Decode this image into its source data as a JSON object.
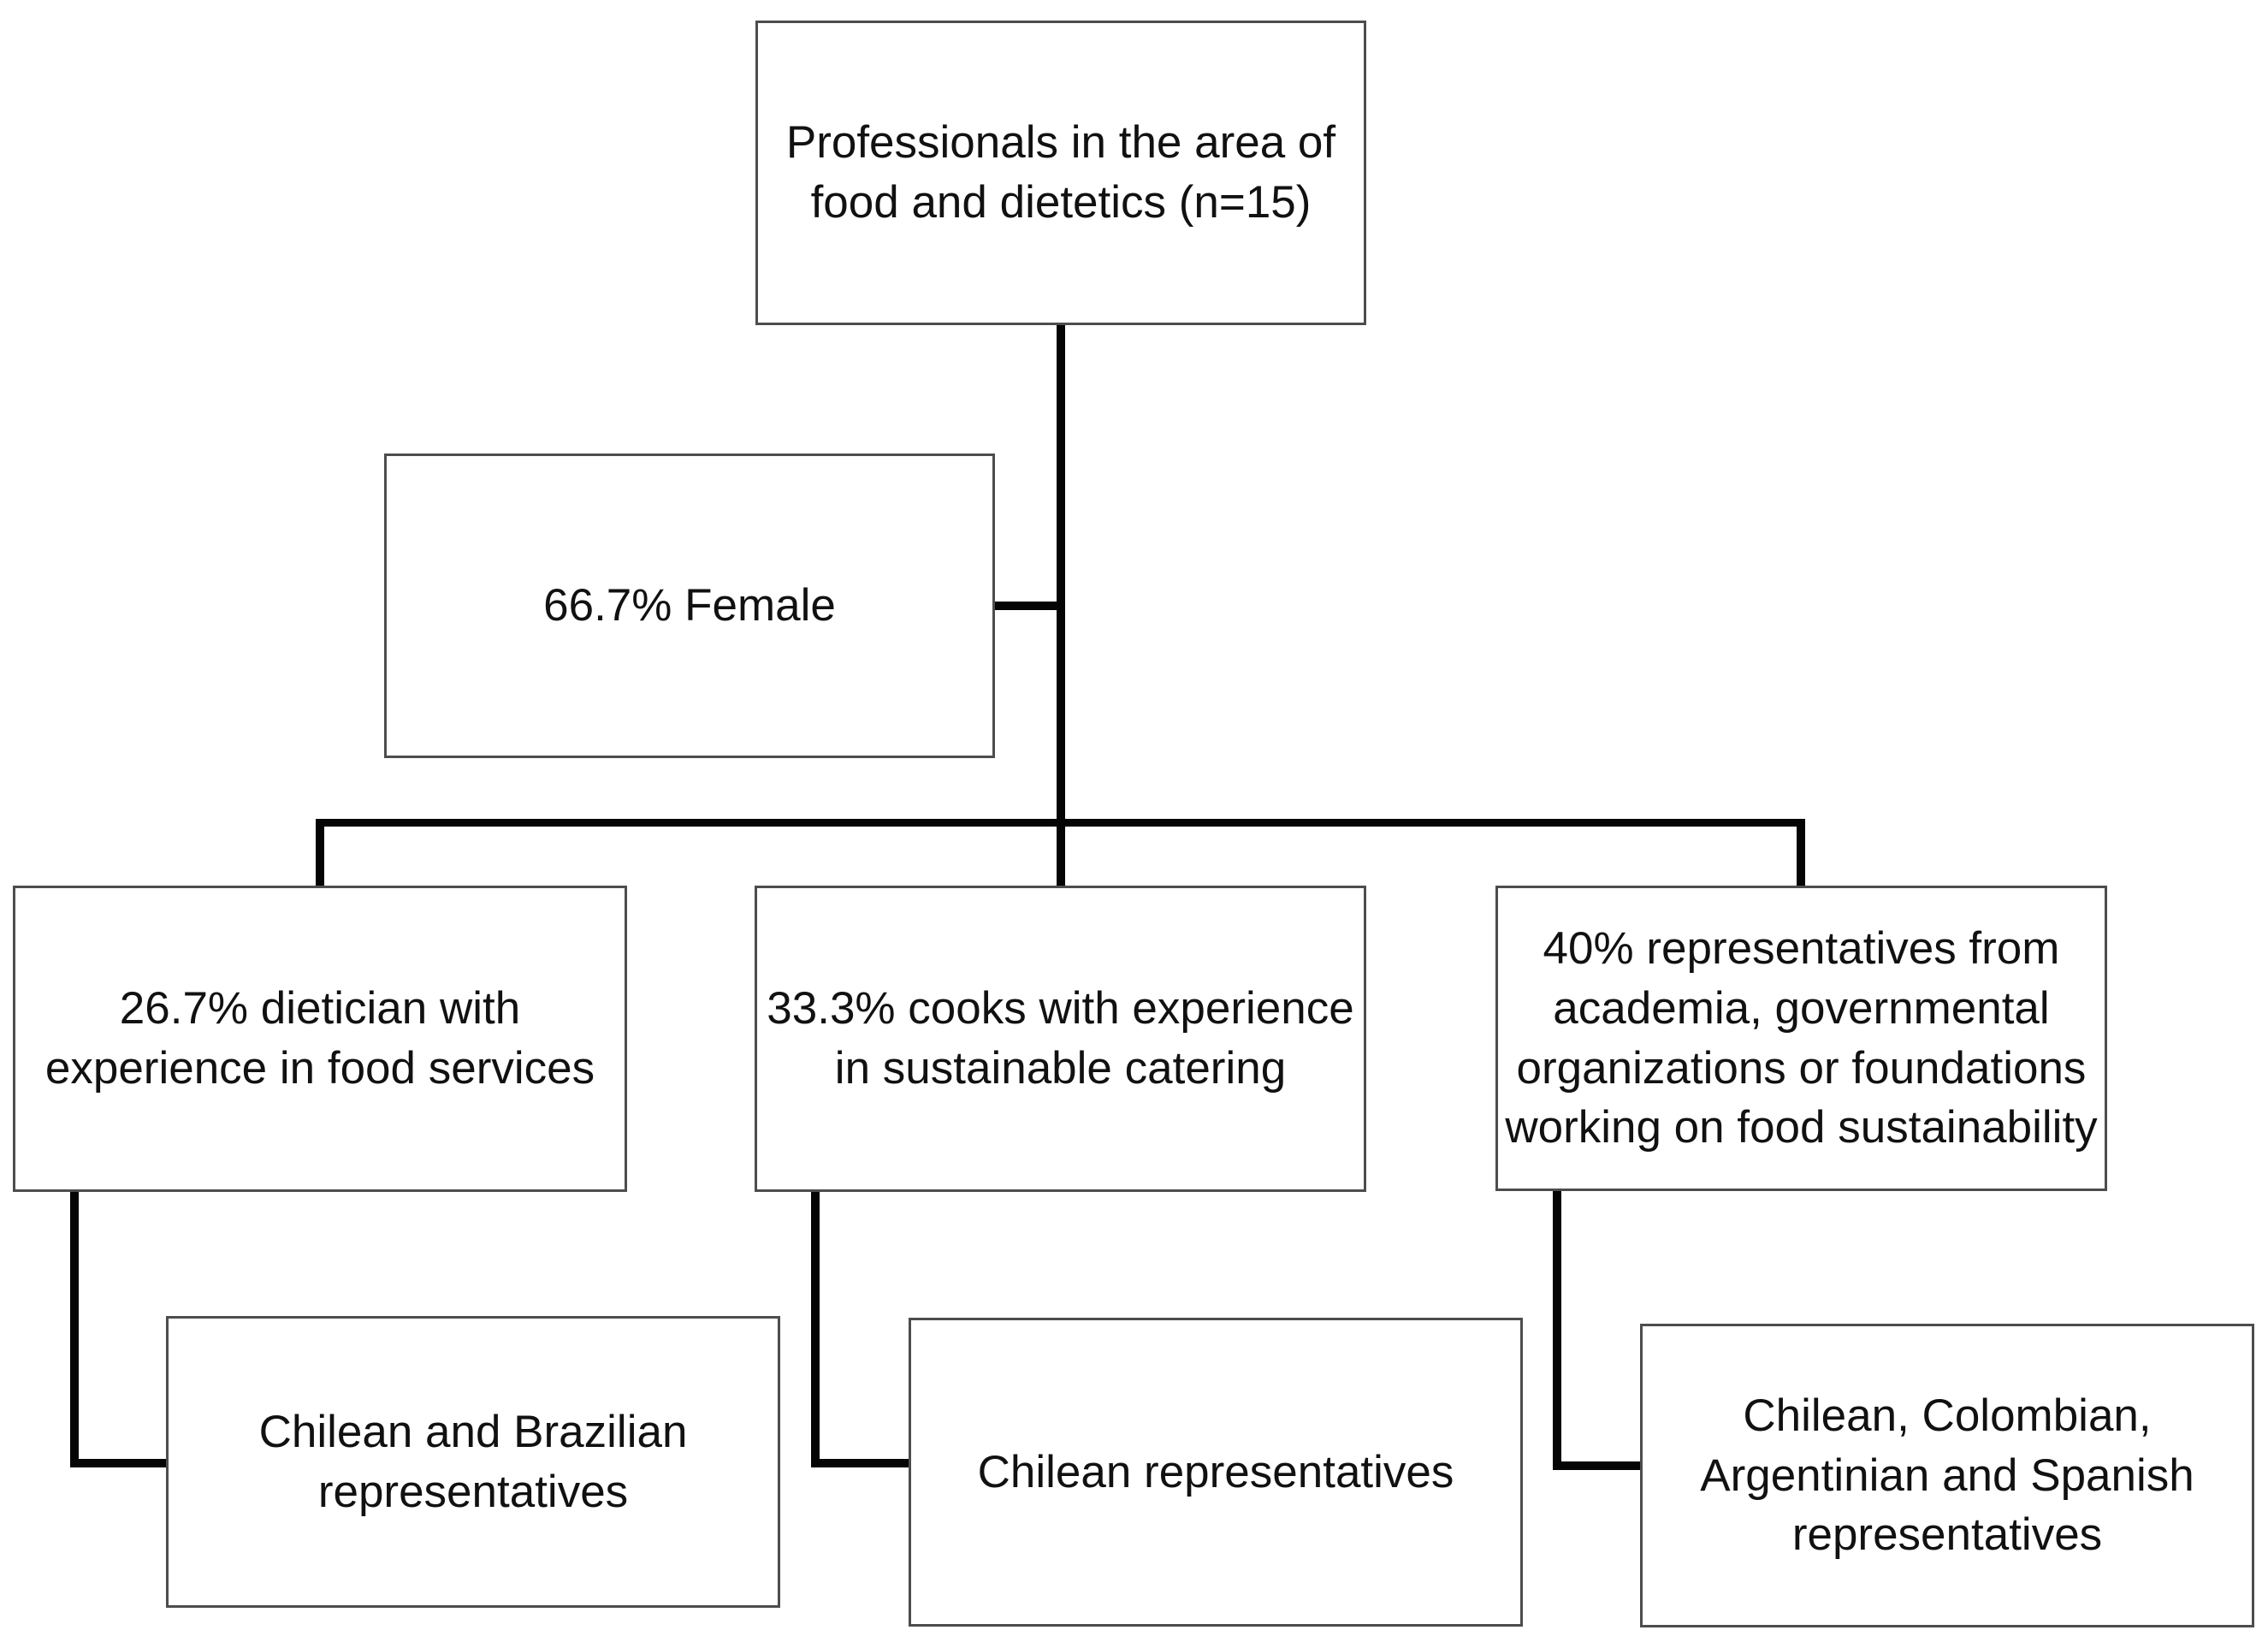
{
  "diagram": {
    "type": "flowchart",
    "nodes": {
      "root": {
        "label": "Professionals in the area of food and dietetics (n=15)"
      },
      "female": {
        "label": "66.7% Female"
      },
      "dietician": {
        "label": "26.7% dietician with experience in food services"
      },
      "cooks": {
        "label": "33.3% cooks with experience in sustainable catering"
      },
      "academia": {
        "label": "40% representatives from academia, governmental organizations or foundations working on food sustainability"
      },
      "chbr": {
        "label": "Chilean and Brazilian representatives"
      },
      "ch": {
        "label": "Chilean representatives"
      },
      "chcoarsp": {
        "label": "Chilean, Colombian, Argentinian and Spanish representatives"
      }
    },
    "edges": [
      {
        "from": "root",
        "to": "female"
      },
      {
        "from": "root",
        "to": "dietician"
      },
      {
        "from": "root",
        "to": "cooks"
      },
      {
        "from": "root",
        "to": "academia"
      },
      {
        "from": "dietician",
        "to": "chbr"
      },
      {
        "from": "cooks",
        "to": "ch"
      },
      {
        "from": "academia",
        "to": "chcoarsp"
      }
    ],
    "colors": {
      "box_fill": "#ffffff",
      "box_border": "#4d4d4d",
      "connector": "#050505",
      "text": "#111111"
    }
  }
}
